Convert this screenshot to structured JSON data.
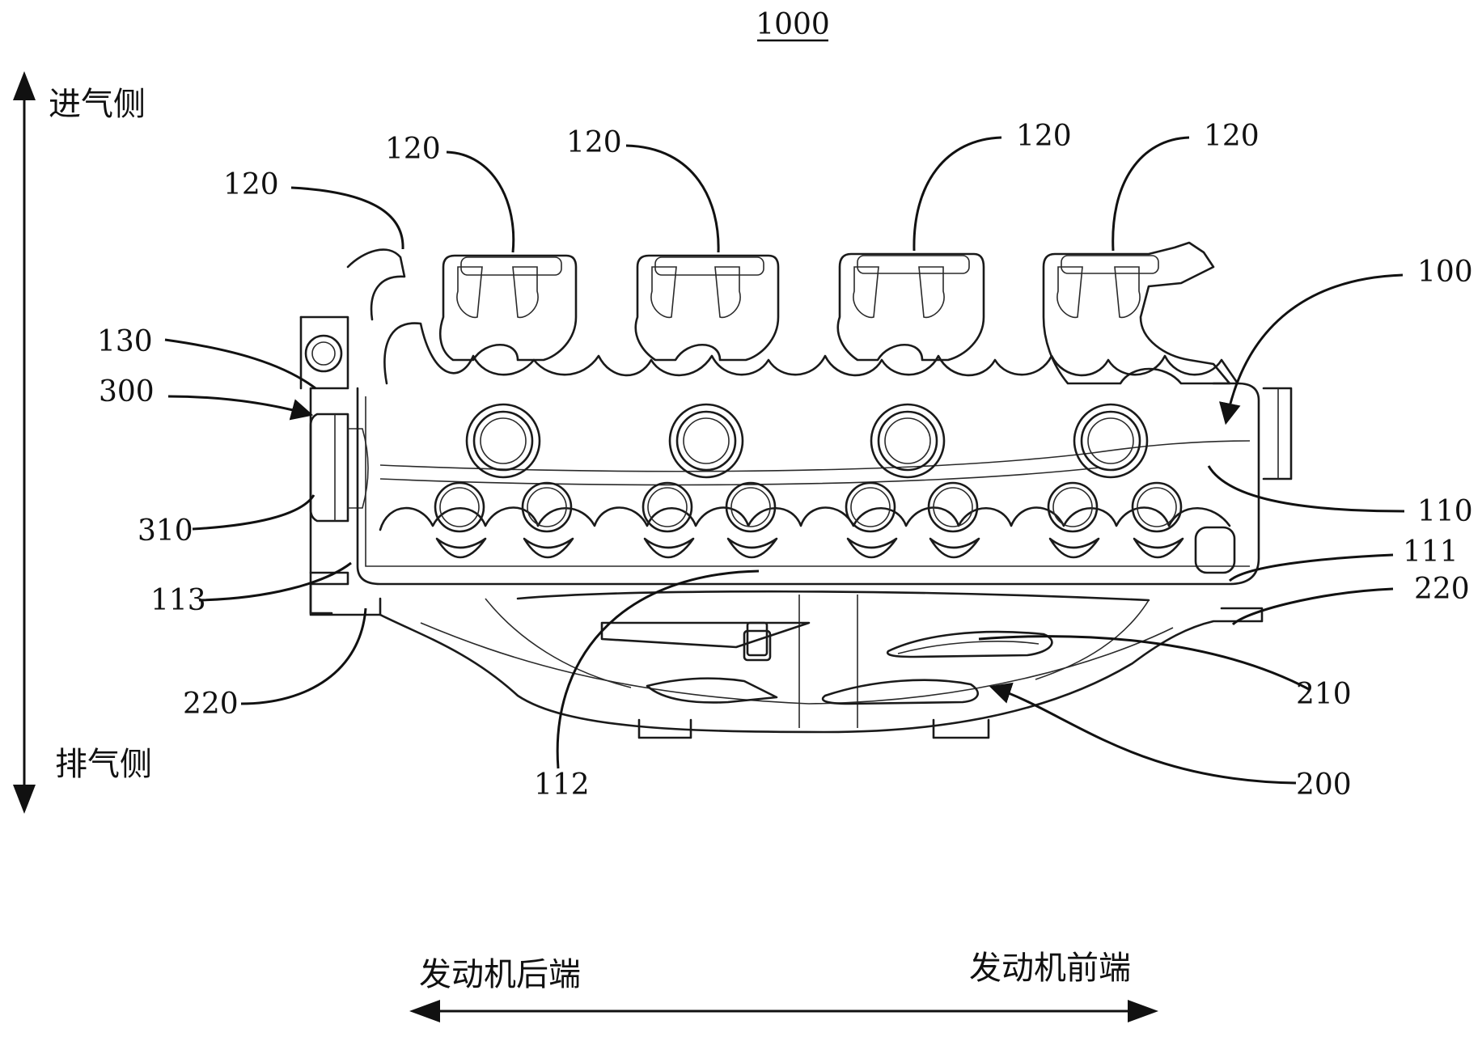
{
  "figure": {
    "reference_number": "1000",
    "directions": {
      "intake_side": "进气侧",
      "exhaust_side": "排气侧",
      "engine_rear": "发动机后端",
      "engine_front": "发动机前端"
    },
    "labels": {
      "l120_a": "120",
      "l120_b": "120",
      "l120_c": "120",
      "l120_d": "120",
      "l120_e": "120",
      "l130": "130",
      "l300": "300",
      "l310": "310",
      "l113": "113",
      "l220_left": "220",
      "l100": "100",
      "l110": "110",
      "l111": "111",
      "l220_right": "220",
      "l210": "210",
      "l112": "112",
      "l200": "200"
    }
  }
}
